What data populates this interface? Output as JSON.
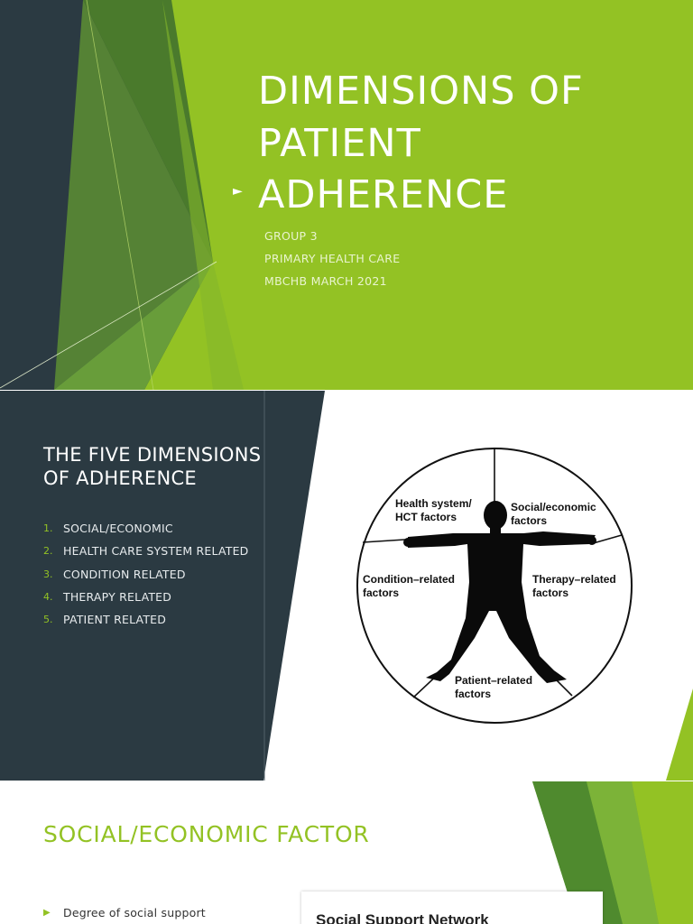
{
  "slide1": {
    "title_lines": [
      "DIMENSIONS OF",
      "PATIENT",
      "ADHERENCE"
    ],
    "subtitle_lines": [
      "GROUP 3",
      "PRIMARY HEALTH CARE",
      "MBCHB MARCH 2021"
    ],
    "colors": {
      "background": "#93c224",
      "dark": "#2b3a42",
      "text": "#ffffff"
    }
  },
  "slide2": {
    "title_lines": [
      "THE FIVE DIMENSIONS",
      "OF ADHERENCE"
    ],
    "list": [
      {
        "num": "1.",
        "text": "SOCIAL/ECONOMIC"
      },
      {
        "num": "2.",
        "text": "HEALTH CARE SYSTEM RELATED"
      },
      {
        "num": "3.",
        "text": "CONDITION RELATED"
      },
      {
        "num": "4.",
        "text": "THERAPY RELATED"
      },
      {
        "num": "5.",
        "text": "PATIENT RELATED"
      }
    ],
    "diagram_labels": {
      "health_system": "Health system/\nHCT factors",
      "social_economic": "Social/economic\nfactors",
      "condition": "Condition–related\nfactors",
      "therapy": "Therapy–related\nfactors",
      "patient": "Patient–related\nfactors"
    }
  },
  "slide3": {
    "title": "SOCIAL/ECONOMIC FACTOR",
    "bullets": [
      "Degree of social support"
    ],
    "image_caption": "Social Support Network"
  }
}
